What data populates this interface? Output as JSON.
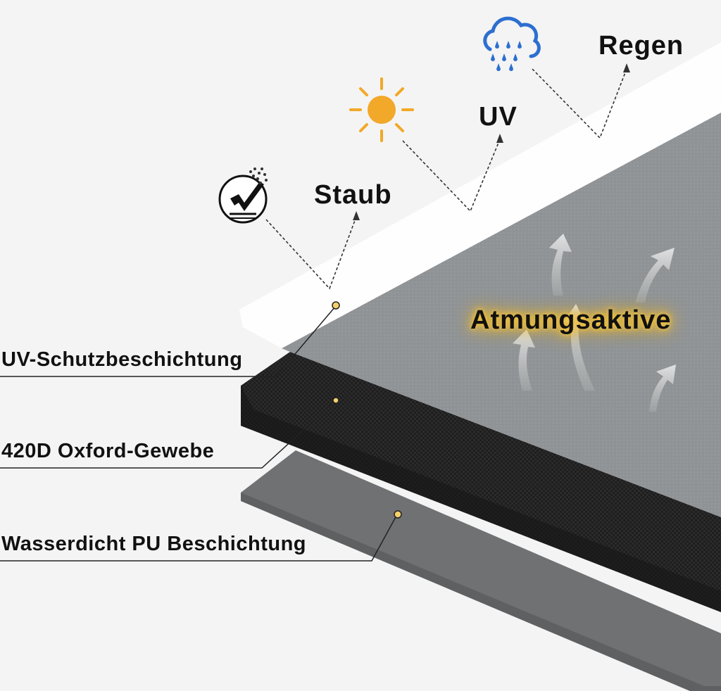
{
  "threats": {
    "rain_label": "Regen",
    "uv_label": "UV",
    "dust_label": "Staub"
  },
  "breathable": {
    "label": "Atmungsaktive"
  },
  "layers": {
    "top_label": "UV-Schutzbeschichtung",
    "middle_label": "420D Oxford-Gewebe",
    "bottom_label": "Wasserdicht PU Beschichtung"
  },
  "colors": {
    "background": "#f4f4f4",
    "top_layer": "#8f9294",
    "fabric_layer": "#222222",
    "pu_layer": "#6f7173",
    "coating_glow": "#ffffff",
    "sun": "#f2a829",
    "rain_cloud": "#2c6fd1",
    "marker_dot": "#e7b53c",
    "label_glow": "#f4c542"
  },
  "icons": [
    "rain-cloud-icon",
    "sun-icon",
    "dust-shield-icon",
    "breathable-arrow-icon"
  ]
}
